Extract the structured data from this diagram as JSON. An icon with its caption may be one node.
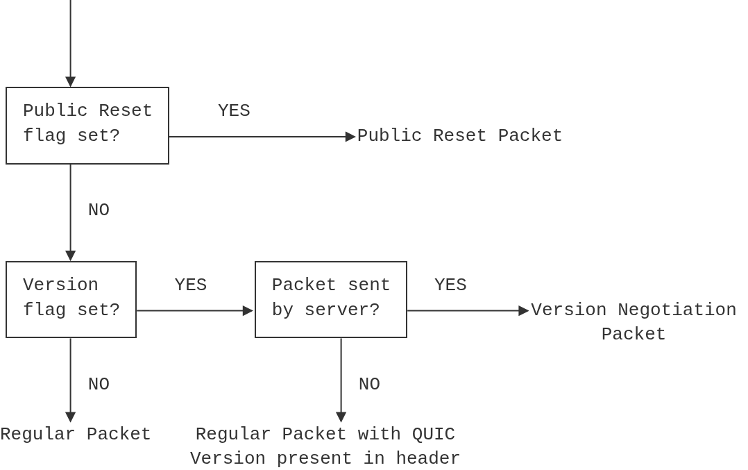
{
  "diagram": {
    "nodes": [
      {
        "text": [
          "Public Reset flag set?"
        ]
      },
      {
        "text": [
          "Public Reset Packet"
        ]
      },
      {
        "text": [
          "Version flag set?"
        ]
      },
      {
        "text": [
          "Packet sent by server?"
        ]
      },
      {
        "text": [
          "Version Negotiation Packet"
        ]
      },
      {
        "text": [
          "Regular Packet"
        ]
      },
      {
        "text": [
          "Regular Packet with QUIC Version present in header"
        ]
      }
    ],
    "edges": [
      {
        "from": null,
        "to": 0,
        "arrow": "to"
      },
      {
        "from": 0,
        "to": 1,
        "arrow": "to",
        "label": "YES"
      },
      {
        "from": 0,
        "to": 2,
        "arrow": "to",
        "label": "NO"
      },
      {
        "from": 2,
        "to": 3,
        "arrow": "to",
        "label": "YES"
      },
      {
        "from": 3,
        "to": 4,
        "arrow": "to",
        "label": "YES"
      },
      {
        "from": 2,
        "to": 5,
        "arrow": "to",
        "label": "NO"
      },
      {
        "from": 3,
        "to": 6,
        "arrow": "to",
        "label": "NO"
      }
    ]
  }
}
